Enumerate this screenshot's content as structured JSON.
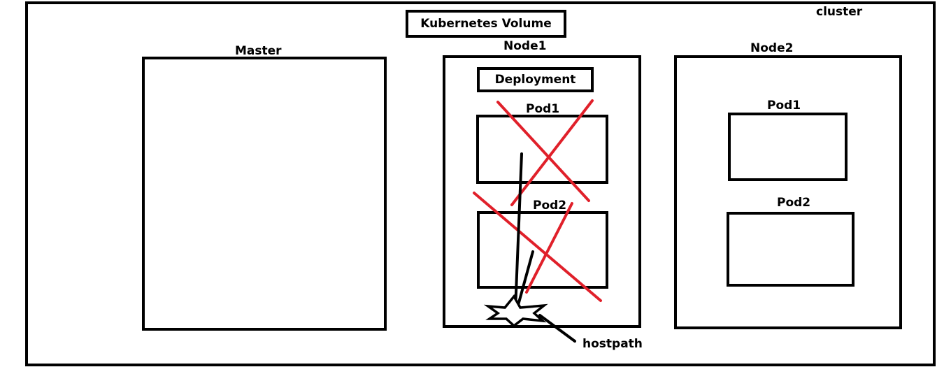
{
  "title": "Kubernetes Volume",
  "cluster": {
    "label": "cluster"
  },
  "master": {
    "label": "Master"
  },
  "node1": {
    "label": "Node1",
    "deployment_label": "Deployment",
    "pods": [
      {
        "label": "Pod1",
        "crossed_out": true
      },
      {
        "label": "Pod2",
        "crossed_out": true
      }
    ],
    "hostpath_label": "hostpath"
  },
  "node2": {
    "label": "Node2",
    "pods": [
      {
        "label": "Pod1"
      },
      {
        "label": "Pod2"
      }
    ]
  },
  "colors": {
    "outline": "#000000",
    "cross": "#e0202a"
  }
}
